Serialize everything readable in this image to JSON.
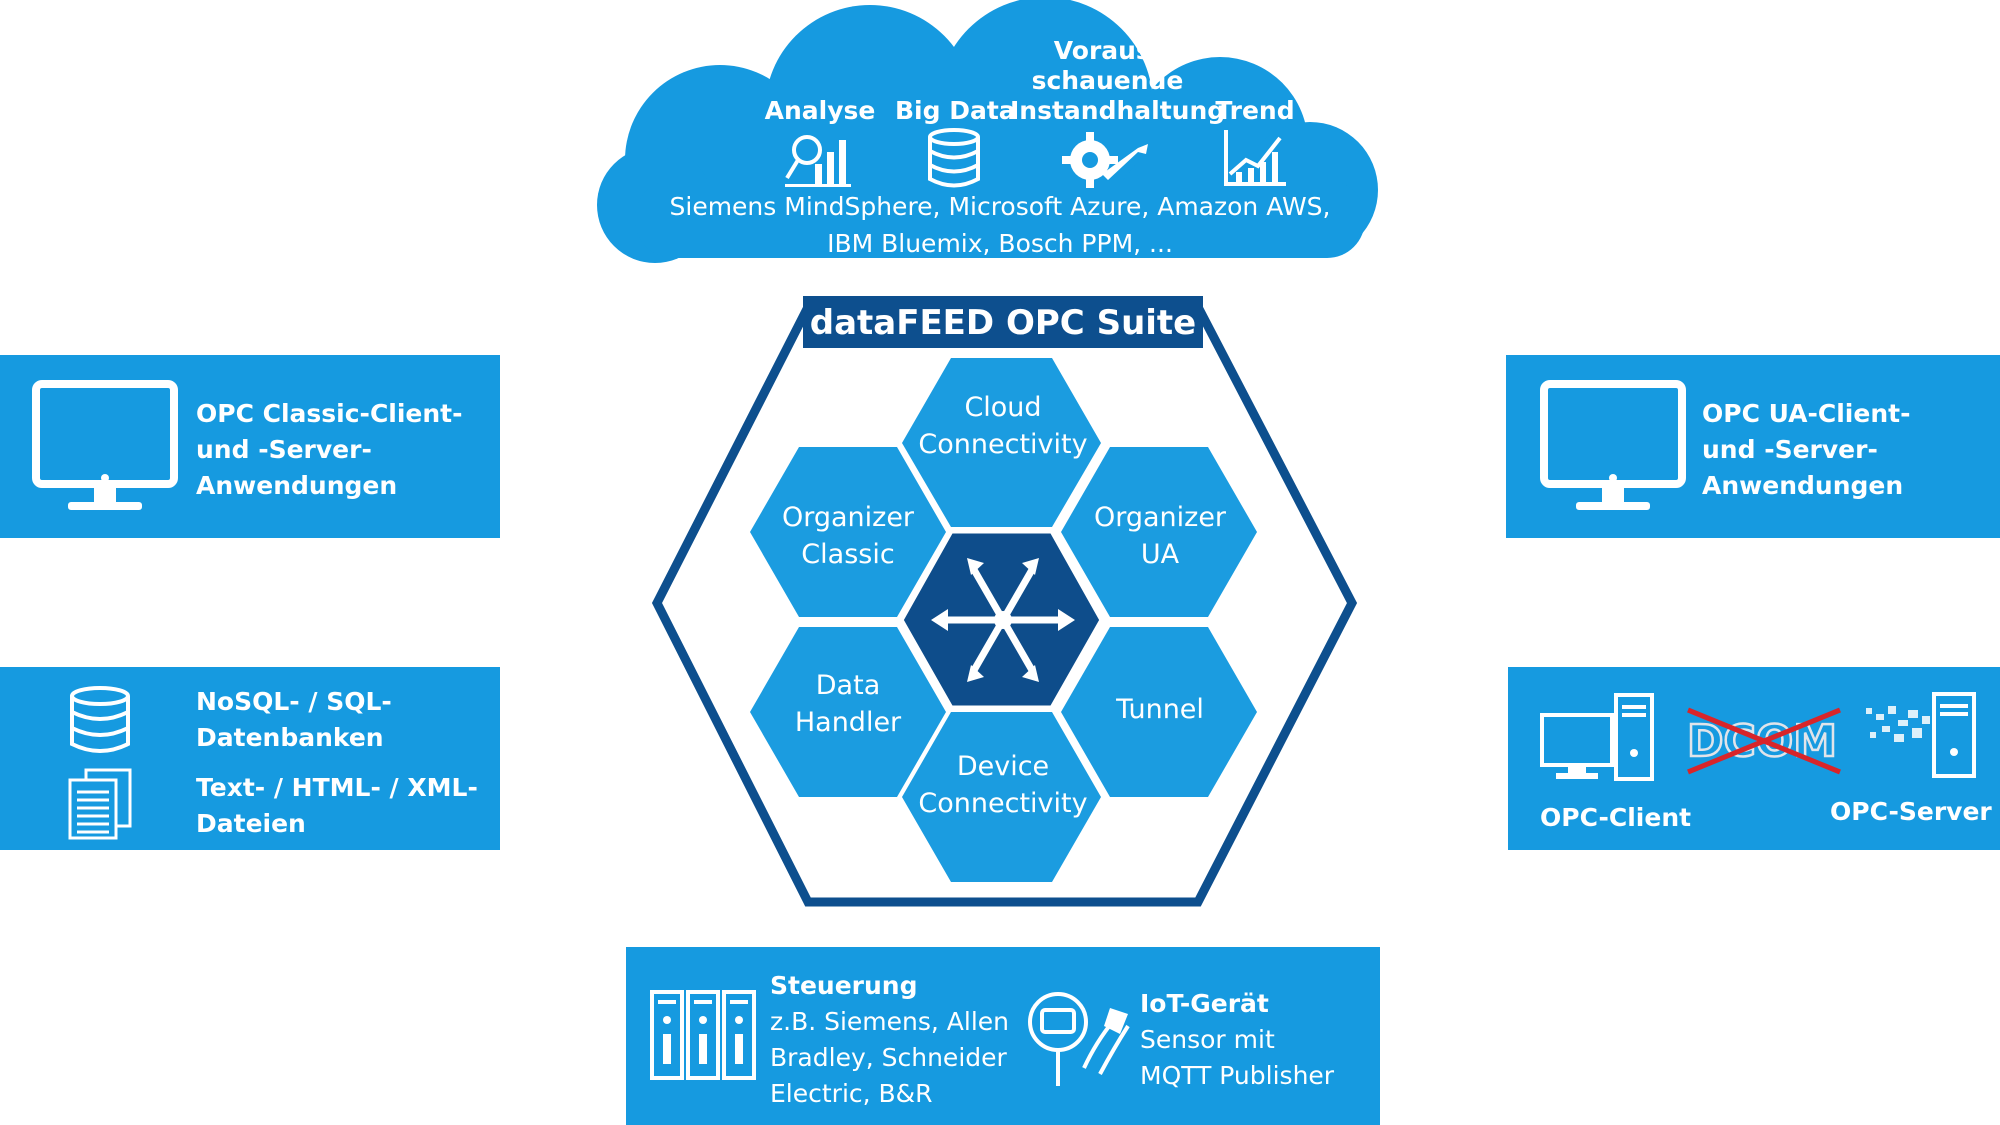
{
  "colors": {
    "panel_blue": "#169ae0",
    "dark_blue": "#0d4f8e",
    "hex_light": "#1b9ce0",
    "hex_center": "#0e4d8b"
  },
  "cloud": {
    "items": [
      {
        "label": "Analyse",
        "icon": "analytics-icon"
      },
      {
        "label": "Big Data",
        "icon": "database-icon"
      },
      {
        "label_lines": [
          "Voraus-",
          "schauende",
          "Instandhaltung"
        ],
        "icon": "maintenance-gear-icon"
      },
      {
        "label": "Trend",
        "icon": "trend-chart-icon"
      }
    ],
    "platforms_line1": "Siemens MindSphere, Microsoft Azure, Amazon AWS,",
    "platforms_line2": "IBM Bluemix, Bosch PPM, ..."
  },
  "suite": {
    "title": "dataFEED OPC Suite",
    "modules": {
      "cloud": [
        "Cloud",
        "Connectivity"
      ],
      "organizer_classic": [
        "Organizer",
        "Classic"
      ],
      "organizer_ua": [
        "Organizer",
        "UA"
      ],
      "data_handler": [
        "Data",
        "Handler"
      ],
      "tunnel": [
        "Tunnel"
      ],
      "device": [
        "Device",
        "Connectivity"
      ]
    },
    "center_icon": "hub-arrows-icon"
  },
  "left_top": {
    "lines": [
      "OPC Classic-Client-",
      "und -Server-",
      "Anwendungen"
    ],
    "icon": "monitor-icon"
  },
  "left_bottom": {
    "db_lines": [
      "NoSQL- / SQL-",
      "Datenbanken"
    ],
    "file_lines": [
      "Text- / HTML- / XML-",
      "Dateien"
    ],
    "db_icon": "database-icon",
    "file_icon": "documents-icon"
  },
  "right_top": {
    "lines": [
      "OPC UA-Client-",
      "und -Server-",
      "Anwendungen"
    ],
    "icon": "monitor-icon"
  },
  "right_bottom": {
    "client_label": "OPC-Client",
    "server_label": "OPC-Server",
    "dcom": "DCOM"
  },
  "bottom": {
    "steuerung_title": "Steuerung",
    "steuerung_lines": [
      "z.B. Siemens, Allen",
      "Bradley, Schneider",
      "Electric, B&R"
    ],
    "iot_title": "IoT-Gerät",
    "iot_lines": [
      "Sensor mit",
      "MQTT Publisher"
    ]
  }
}
